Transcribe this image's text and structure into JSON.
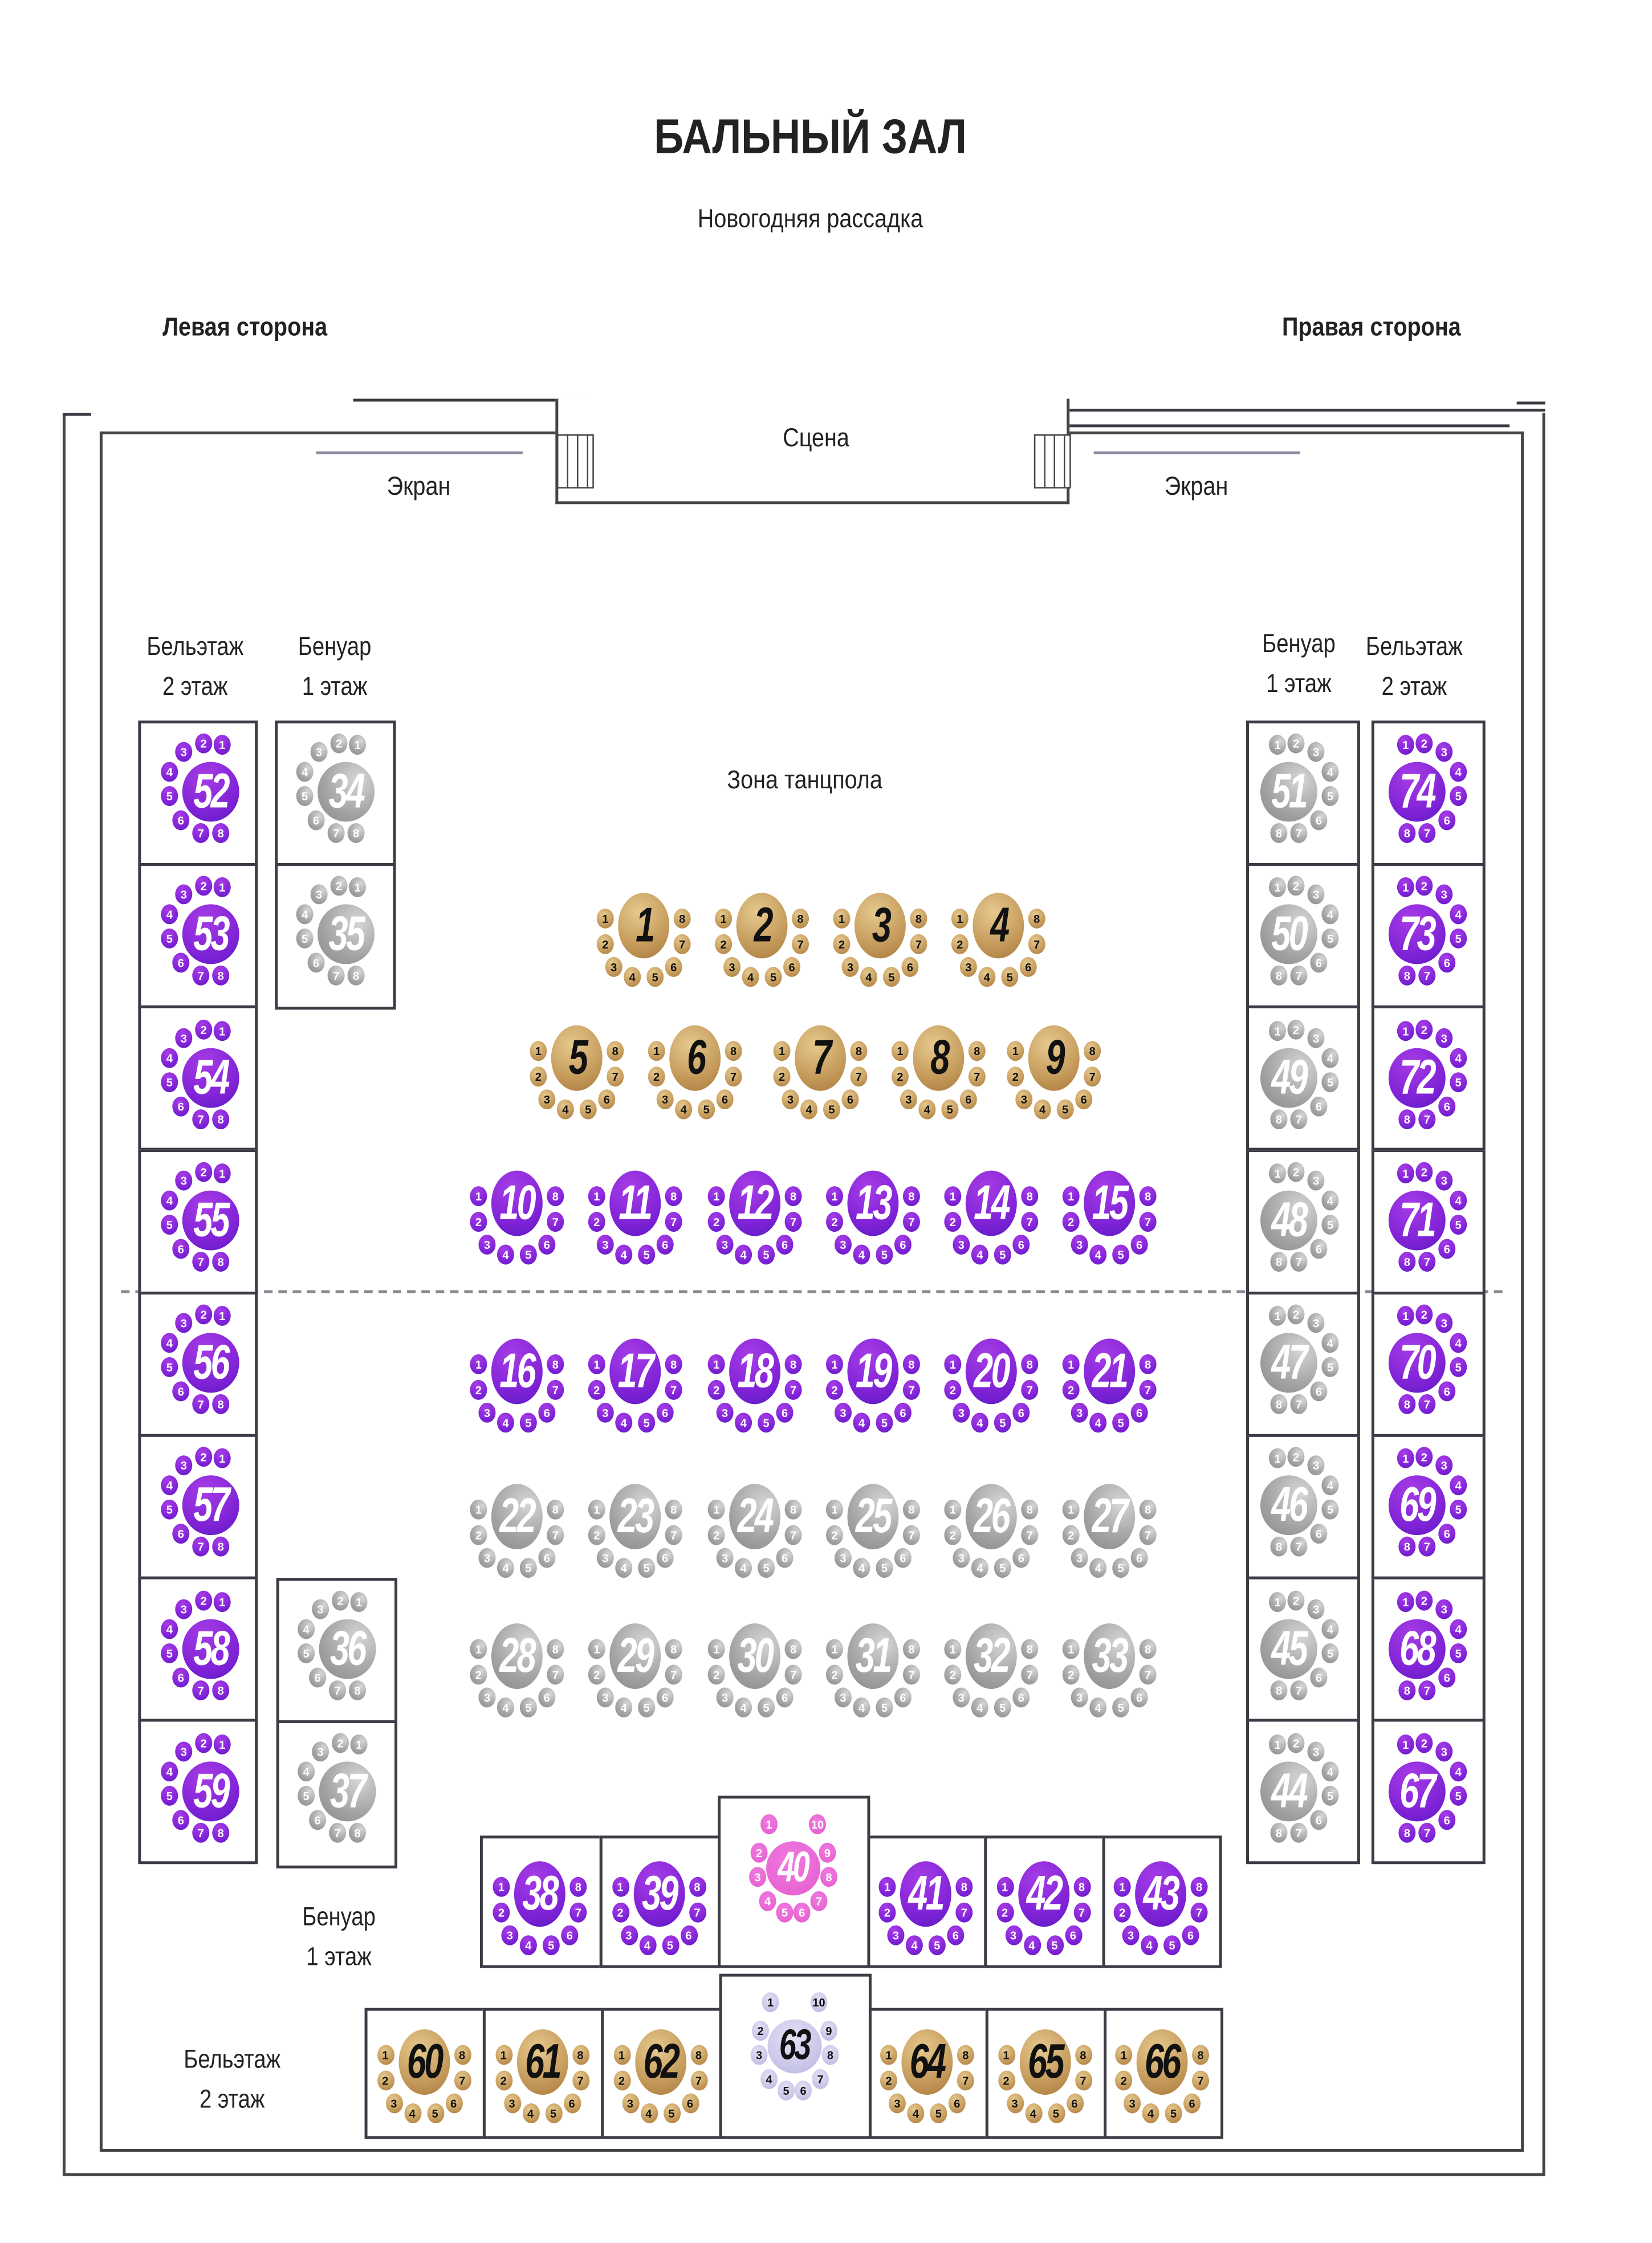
{
  "header": {
    "title": "БАЛЬНЫЙ ЗАЛ",
    "subtitle": "Новогодняя рассадка",
    "left_side": "Левая сторона",
    "right_side": "Правая сторона"
  },
  "hall": {
    "stage": "Сцена",
    "screen_left": "Экран",
    "screen_right": "Экран",
    "dance_zone": "Зона танцпола",
    "labels": {
      "beletage": "Бельэтаж",
      "floor2": "2 этаж",
      "benoir": "Бенуар",
      "floor1": "1 этаж"
    }
  },
  "colors": {
    "gold": "#c9a262",
    "purple": "#8b2fd9",
    "gray": "#a9a9a9",
    "pink": "#ea62d2",
    "lavender": "#c9c6ea"
  },
  "seat_labels": {
    "eight": [
      "1",
      "2",
      "3",
      "4",
      "5",
      "6",
      "7",
      "8"
    ],
    "ten": [
      "1",
      "2",
      "3",
      "4",
      "5",
      "6",
      "7",
      "8",
      "9",
      "10"
    ]
  },
  "tables": [
    {
      "num": "1",
      "color": "gold"
    },
    {
      "num": "2",
      "color": "gold"
    },
    {
      "num": "3",
      "color": "gold"
    },
    {
      "num": "4",
      "color": "gold"
    },
    {
      "num": "5",
      "color": "gold"
    },
    {
      "num": "6",
      "color": "gold"
    },
    {
      "num": "7",
      "color": "gold"
    },
    {
      "num": "8",
      "color": "gold"
    },
    {
      "num": "9",
      "color": "gold"
    },
    {
      "num": "10",
      "color": "purple"
    },
    {
      "num": "11",
      "color": "purple"
    },
    {
      "num": "12",
      "color": "purple"
    },
    {
      "num": "13",
      "color": "purple"
    },
    {
      "num": "14",
      "color": "purple"
    },
    {
      "num": "15",
      "color": "purple"
    },
    {
      "num": "16",
      "color": "purple"
    },
    {
      "num": "17",
      "color": "purple"
    },
    {
      "num": "18",
      "color": "purple"
    },
    {
      "num": "19",
      "color": "purple"
    },
    {
      "num": "20",
      "color": "purple"
    },
    {
      "num": "21",
      "color": "purple"
    },
    {
      "num": "22",
      "color": "gray"
    },
    {
      "num": "23",
      "color": "gray"
    },
    {
      "num": "24",
      "color": "gray"
    },
    {
      "num": "25",
      "color": "gray"
    },
    {
      "num": "26",
      "color": "gray"
    },
    {
      "num": "27",
      "color": "gray"
    },
    {
      "num": "28",
      "color": "gray"
    },
    {
      "num": "29",
      "color": "gray"
    },
    {
      "num": "30",
      "color": "gray"
    },
    {
      "num": "31",
      "color": "gray"
    },
    {
      "num": "32",
      "color": "gray"
    },
    {
      "num": "33",
      "color": "gray"
    },
    {
      "num": "34",
      "color": "gray"
    },
    {
      "num": "35",
      "color": "gray"
    },
    {
      "num": "36",
      "color": "gray"
    },
    {
      "num": "37",
      "color": "gray"
    },
    {
      "num": "38",
      "color": "purple"
    },
    {
      "num": "39",
      "color": "purple"
    },
    {
      "num": "40",
      "color": "pink",
      "seats": 10
    },
    {
      "num": "41",
      "color": "purple"
    },
    {
      "num": "42",
      "color": "purple"
    },
    {
      "num": "43",
      "color": "purple"
    },
    {
      "num": "44",
      "color": "gray"
    },
    {
      "num": "45",
      "color": "gray"
    },
    {
      "num": "46",
      "color": "gray"
    },
    {
      "num": "47",
      "color": "gray"
    },
    {
      "num": "48",
      "color": "gray"
    },
    {
      "num": "49",
      "color": "gray"
    },
    {
      "num": "50",
      "color": "gray"
    },
    {
      "num": "51",
      "color": "gray"
    },
    {
      "num": "52",
      "color": "purple"
    },
    {
      "num": "53",
      "color": "purple"
    },
    {
      "num": "54",
      "color": "purple"
    },
    {
      "num": "55",
      "color": "purple"
    },
    {
      "num": "56",
      "color": "purple"
    },
    {
      "num": "57",
      "color": "purple"
    },
    {
      "num": "58",
      "color": "purple"
    },
    {
      "num": "59",
      "color": "purple"
    },
    {
      "num": "60",
      "color": "gold"
    },
    {
      "num": "61",
      "color": "gold"
    },
    {
      "num": "62",
      "color": "gold"
    },
    {
      "num": "63",
      "color": "lavender",
      "seats": 10
    },
    {
      "num": "64",
      "color": "gold"
    },
    {
      "num": "65",
      "color": "gold"
    },
    {
      "num": "66",
      "color": "gold"
    },
    {
      "num": "67",
      "color": "purple"
    },
    {
      "num": "68",
      "color": "purple"
    },
    {
      "num": "69",
      "color": "purple"
    },
    {
      "num": "70",
      "color": "purple"
    },
    {
      "num": "71",
      "color": "purple"
    },
    {
      "num": "72",
      "color": "purple"
    },
    {
      "num": "73",
      "color": "purple"
    },
    {
      "num": "74",
      "color": "purple"
    }
  ]
}
